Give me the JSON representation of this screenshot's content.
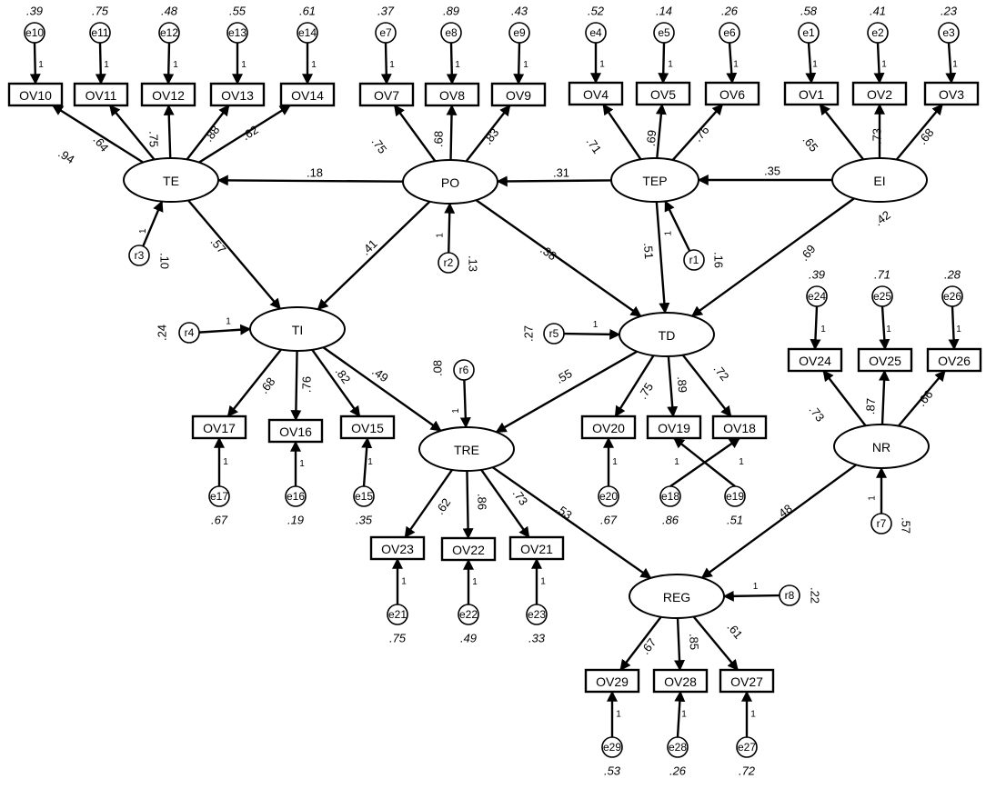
{
  "latents": {
    "TE": "TE",
    "PO": "PO",
    "TEP": "TEP",
    "EI": "EI",
    "TI": "TI",
    "TD": "TD",
    "TRE": "TRE",
    "NR": "NR",
    "REG": "REG"
  },
  "observed": {
    "OV10": "OV10",
    "OV11": "OV11",
    "OV12": "OV12",
    "OV13": "OV13",
    "OV14": "OV14",
    "OV7": "OV7",
    "OV8": "OV8",
    "OV9": "OV9",
    "OV4": "OV4",
    "OV5": "OV5",
    "OV6": "OV6",
    "OV1": "OV1",
    "OV2": "OV2",
    "OV3": "OV3",
    "OV17": "OV17",
    "OV16": "OV16",
    "OV15": "OV15",
    "OV20": "OV20",
    "OV19": "OV19",
    "OV18": "OV18",
    "OV24": "OV24",
    "OV25": "OV25",
    "OV26": "OV26",
    "OV23": "OV23",
    "OV22": "OV22",
    "OV21": "OV21",
    "OV29": "OV29",
    "OV28": "OV28",
    "OV27": "OV27"
  },
  "errors": {
    "e10": "e10",
    "e11": "e11",
    "e12": "e12",
    "e13": "e13",
    "e14": "e14",
    "e7": "e7",
    "e8": "e8",
    "e9": "e9",
    "e4": "e4",
    "e5": "e5",
    "e6": "e6",
    "e1": "e1",
    "e2": "e2",
    "e3": "e3",
    "e17": "e17",
    "e16": "e16",
    "e15": "e15",
    "e20": "e20",
    "e18": "e18",
    "e19": "e19",
    "e24": "e24",
    "e25": "e25",
    "e26": "e26",
    "e21": "e21",
    "e22": "e22",
    "e23": "e23",
    "e29": "e29",
    "e28": "e28",
    "e27": "e27",
    "r1": "r1",
    "r2": "r2",
    "r3": "r3",
    "r4": "r4",
    "r5": "r5",
    "r6": "r6",
    "r7": "r7",
    "r8": "r8"
  },
  "r_squared": {
    "OV10": ".39",
    "OV11": ".75",
    "OV12": ".48",
    "OV13": ".55",
    "OV14": ".61",
    "OV7": ".37",
    "OV8": ".89",
    "OV9": ".43",
    "OV4": ".52",
    "OV5": ".14",
    "OV6": ".26",
    "OV1": ".58",
    "OV2": ".41",
    "OV3": ".23",
    "OV17": ".67",
    "OV16": ".19",
    "OV15": ".35",
    "OV20": ".67",
    "OV19": ".51",
    "OV18": ".86",
    "OV24": ".39",
    "OV25": ".71",
    "OV26": ".28",
    "OV23": ".75",
    "OV22": ".49",
    "OV21": ".33",
    "OV29": ".53",
    "OV28": ".26",
    "OV27": ".72"
  },
  "loadings": {
    "TE_OV10": ".94",
    "TE_OV11": ".64",
    "TE_OV12": ".75",
    "TE_OV13": ".88",
    "TE_OV14": ".62",
    "PO_OV7": ".75",
    "PO_OV8": ".68",
    "PO_OV9": ".83",
    "TEP_OV4": ".71",
    "TEP_OV5": ".69",
    "TEP_OV6": ".76",
    "EI_OV1": ".65",
    "EI_OV2": ".73",
    "EI_OV3": ".68",
    "TI_OV17": ".68",
    "TI_OV16": ".76",
    "TI_OV15": ".82",
    "TD_OV20": ".75",
    "TD_OV19": ".89",
    "TD_OV18": ".72",
    "NR_OV24": ".73",
    "NR_OV25": ".87",
    "NR_OV26": ".66",
    "TRE_OV23": ".62",
    "TRE_OV22": ".86",
    "TRE_OV21": ".73",
    "REG_OV29": ".67",
    "REG_OV28": ".85",
    "REG_OV27": ".61"
  },
  "paths": {
    "PO_TE": ".18",
    "TEP_PO": ".31",
    "EI_TEP": ".35",
    "EI_TD": ".42",
    "TE_TI": ".57",
    "PO_TI": ".41",
    "PO_TD": ".38",
    "TEP_TD": ".51",
    "TI_TRE": ".49",
    "TD_TRE": ".55",
    "TRE_REG": ".53",
    "NR_REG": ".48"
  },
  "residual_values": {
    "r1": ".16",
    "r2": ".13",
    "r3": ".10",
    "r4": ".24",
    "r5": ".27",
    "r6": ".08",
    "r7": ".57",
    "r8": ".22"
  },
  "misc_values": {
    "x1": ".69"
  },
  "fixed_one": "1"
}
